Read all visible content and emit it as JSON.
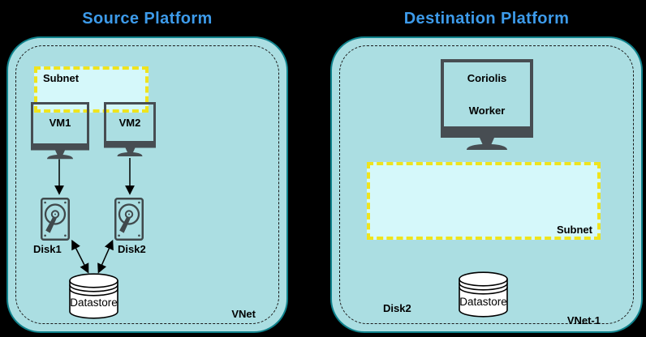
{
  "colors": {
    "background": "#000000",
    "title_text": "#3d9bea",
    "panel_fill": "#abdee2",
    "panel_border": "#0f828c",
    "inner_dash_border": "#1a1a1a",
    "subnet_fill": "#d5f8fa",
    "subnet_border": "#efe41d",
    "monitor_gray": "#474d52",
    "disk_gray": "#40494c",
    "datastore_fill": "#ffffff",
    "label_text": "#000000"
  },
  "source_panel": {
    "title": "Source Platform",
    "vnet_label": "VNet",
    "subnet_label": "Subnet",
    "vm1_label": "VM1",
    "vm2_label": "VM2",
    "disk1_label": "Disk1",
    "disk2_label": "Disk2",
    "datastore_label": "Datastore"
  },
  "destination_panel": {
    "title": "Destination Platform",
    "vnet_label": "VNet-1",
    "subnet_label": "Subnet",
    "worker_line1": "Coriolis",
    "worker_line2": "Worker",
    "disk2_label": "Disk2",
    "datastore_label": "Datastore"
  }
}
